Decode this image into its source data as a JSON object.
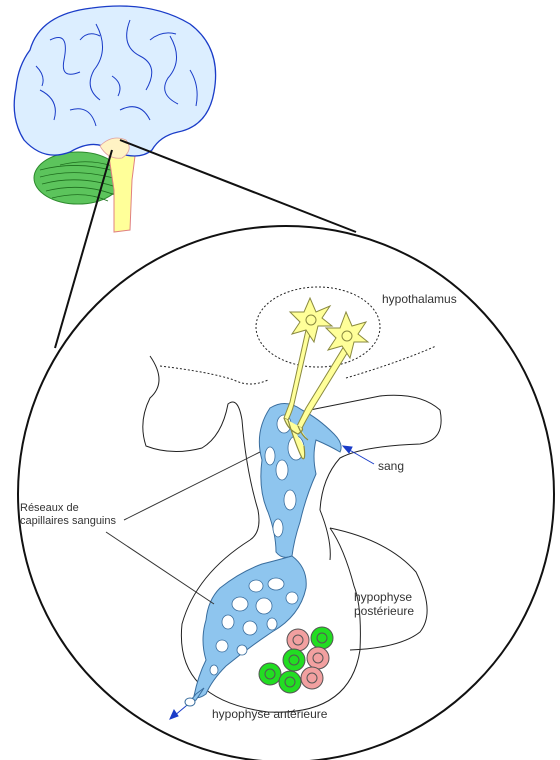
{
  "labels": {
    "hypothalamus": "hypothalamus",
    "sang": "sang",
    "reseaux_line1": "Réseaux de",
    "reseaux_line2": "capillaires sanguins",
    "hypophyse_posterieure_line1": "hypophyse",
    "hypophyse_posterieure_line2": "postérieure",
    "hypophyse_anterieure": "hypophyse antérieure"
  },
  "colors": {
    "brain_fill": "#dceeff",
    "brain_outline": "#1a3cc8",
    "cerebellum": "#5cc45c",
    "brainstem": "#ffff99",
    "brainstem_outline": "#e08080",
    "capillary_fill": "#8ec5ee",
    "capillary_outline": "#3a6e9e",
    "neuron_fill": "#ffff99",
    "neuron_outline": "#8a8a40",
    "green_cell": "#22dd22",
    "pink_cell": "#f2a0a0",
    "arrow": "#1a3cc8"
  }
}
